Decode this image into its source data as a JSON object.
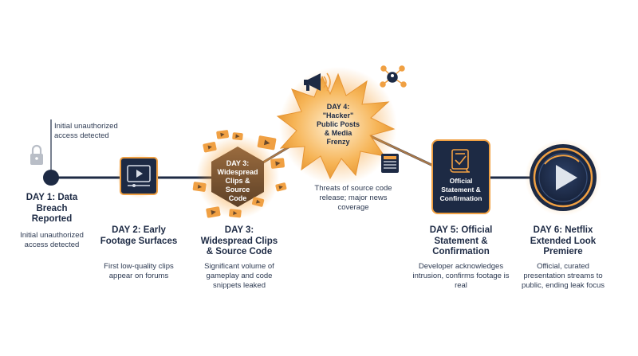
{
  "colors": {
    "navy": "#1d2a44",
    "orange": "#f0a043",
    "brown": "#7d5836",
    "grey_icon": "#b9bec7"
  },
  "day1": {
    "note": "Initial unauthorized access detected",
    "title": "DAY 1: Data Breach Reported",
    "desc": "Initial unauthorized access detected",
    "icon": "padlock-icon"
  },
  "day2": {
    "title": "DAY 2: Early Footage Surfaces",
    "desc": "First low-quality clips appear on forums",
    "icon": "video-screen-icon"
  },
  "day3": {
    "badge": "DAY 3: Widespread Clips & Source Code",
    "title": "DAY 3: Widespread Clips & Source Code",
    "desc": "Significant volume of gameplay and code snippets leaked",
    "icon": "video-clip-icon"
  },
  "day4": {
    "badge": "DAY 4: \"Hacker\" Public Posts & Media Frenzy",
    "desc": "Threats of source code release; major news coverage",
    "icons": [
      "megaphone-icon",
      "network-icon",
      "newspaper-icon"
    ]
  },
  "day5": {
    "badge": "Official Statement & Confirmation",
    "title": "DAY 5: Official Statement & Confirmation",
    "desc": "Developer acknowledges intrusion, confirms footage is real",
    "icon": "document-icon"
  },
  "day6": {
    "title": "DAY 6: Netflix Extended Look Premiere",
    "desc": "Official, curated presentation streams to public, ending leak focus",
    "icon": "play-icon"
  }
}
